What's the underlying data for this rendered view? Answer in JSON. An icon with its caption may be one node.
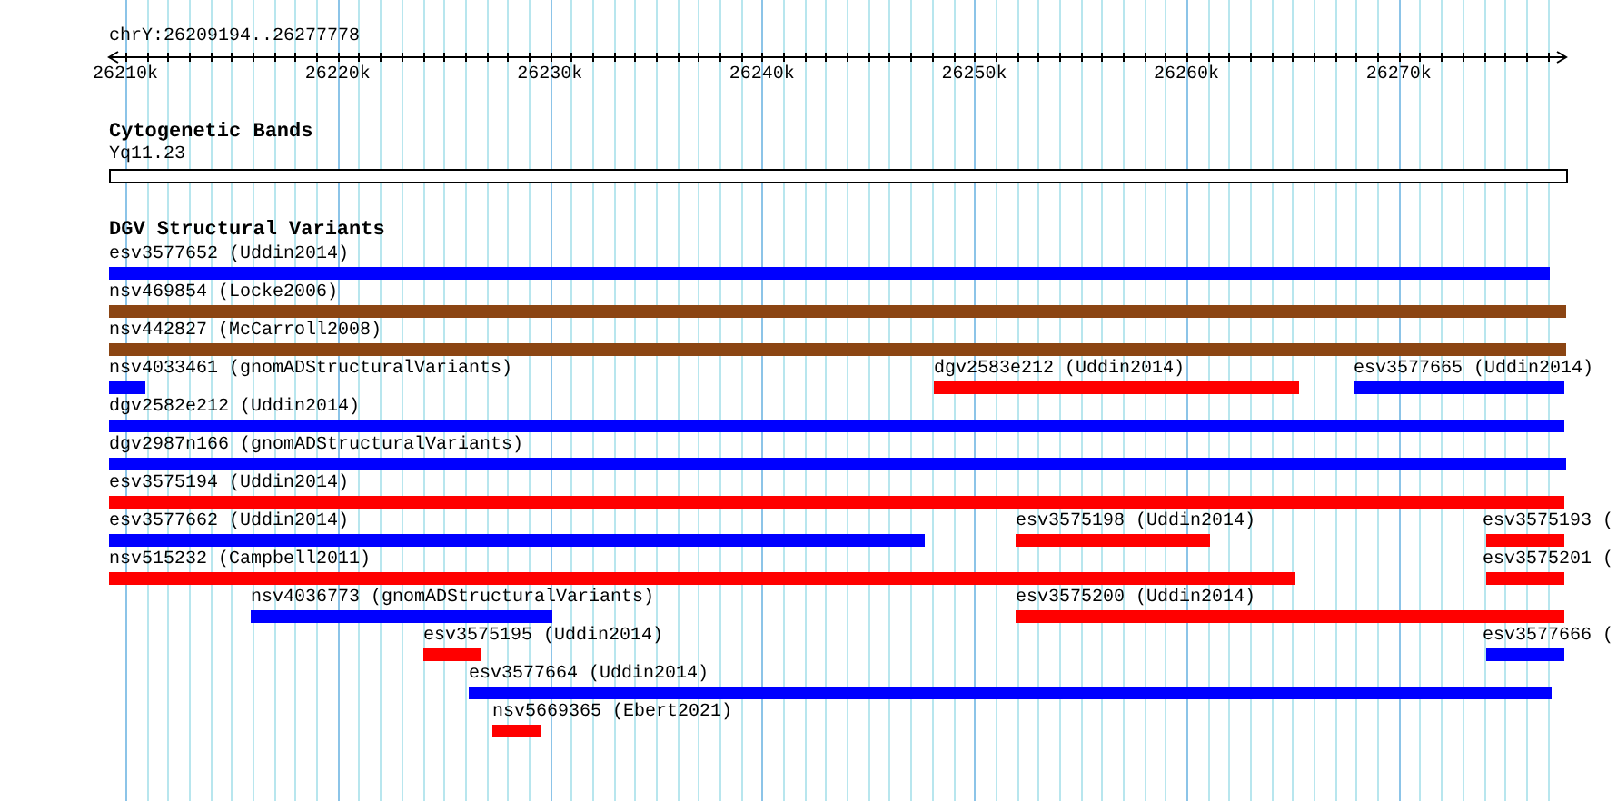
{
  "diagram": {
    "nodes": [
      {
        "text": [
          "Yq11.23"
        ]
      },
      {
        "text": [
          "esv3577652 (Uddin2014)"
        ]
      },
      {
        "text": [
          "nsv469854 (Locke2006)"
        ]
      },
      {
        "text": [
          "nsv442827 (McCarroll2008)"
        ]
      },
      {
        "text": [
          "nsv4033461 (gnomADStructuralVariants)"
        ]
      },
      {
        "text": [
          "dgv2583e212 (Uddin2014)"
        ]
      },
      {
        "text": [
          "esv3577665 (Uddin2014)"
        ]
      },
      {
        "text": [
          "dgv2582e212 (Uddin2014)"
        ]
      },
      {
        "text": [
          "dgv2987n166 (gnomADStructuralVariants)"
        ]
      },
      {
        "text": [
          "esv3575194 (Uddin2014)"
        ]
      },
      {
        "text": [
          "esv3577662 (Uddin2014)"
        ]
      },
      {
        "text": [
          "esv3575198 (Uddin2014)"
        ]
      },
      {
        "text": [
          "esv3575193 ("
        ]
      },
      {
        "text": [
          "nsv515232 (Campbell2011)"
        ]
      },
      {
        "text": [
          "esv3575201 ("
        ]
      },
      {
        "text": [
          "nsv4036773 (gnomADStructuralVariants)"
        ]
      },
      {
        "text": [
          "esv3575200 (Uddin2014)"
        ]
      },
      {
        "text": [
          "esv3575195 (Uddin2014)"
        ]
      },
      {
        "text": [
          "esv3577666 ("
        ]
      },
      {
        "text": [
          "esv3577664 (Uddin2014)"
        ]
      },
      {
        "text": [
          "nsv5669365 (Ebert2021)"
        ]
      }
    ],
    "labels": [
      "chrY:26209194..26277778",
      "26210k",
      "26220k",
      "26230k",
      "26240k",
      "26250k",
      "26260k",
      "26270k",
      "Cytogenetic Bands",
      "DGV Structural Variants"
    ]
  }
}
